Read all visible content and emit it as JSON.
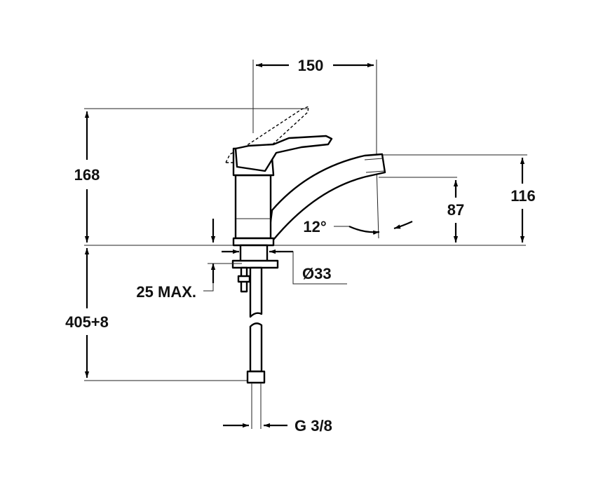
{
  "drawing": {
    "dimensions": {
      "spout_reach": "150",
      "total_height": "168",
      "spout_outlet_height": "116",
      "outlet_clearance": "87",
      "spout_angle": "12°",
      "hole_diameter": "Ø33",
      "max_deck_thickness": "25 MAX.",
      "hose_length": "405+8",
      "connection_thread": "G 3/8"
    }
  }
}
